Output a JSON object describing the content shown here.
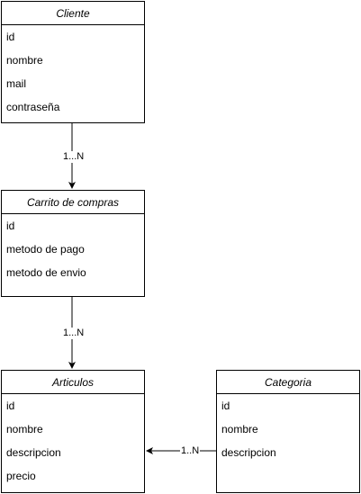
{
  "entities": {
    "cliente": {
      "title": "Cliente",
      "fields": [
        "id",
        "nombre",
        "mail",
        "contraseña"
      ]
    },
    "carrito": {
      "title": "Carrito de compras",
      "fields": [
        "id",
        "metodo de pago",
        "metodo de envio"
      ]
    },
    "articulos": {
      "title": "Articulos",
      "fields": [
        "id",
        "nombre",
        "descripcion",
        "precio"
      ]
    },
    "categoria": {
      "title": "Categoria",
      "fields": [
        "id",
        "nombre",
        "descripcion"
      ]
    }
  },
  "relations": [
    {
      "from": "Cliente",
      "to": "Carrito de compras",
      "label": "1...N"
    },
    {
      "from": "Carrito de compras",
      "to": "Articulos",
      "label": "1...N"
    },
    {
      "from": "Categoria",
      "to": "Articulos",
      "label": "1..N"
    }
  ],
  "colors": {
    "stroke": "#000000",
    "background": "#ffffff"
  }
}
